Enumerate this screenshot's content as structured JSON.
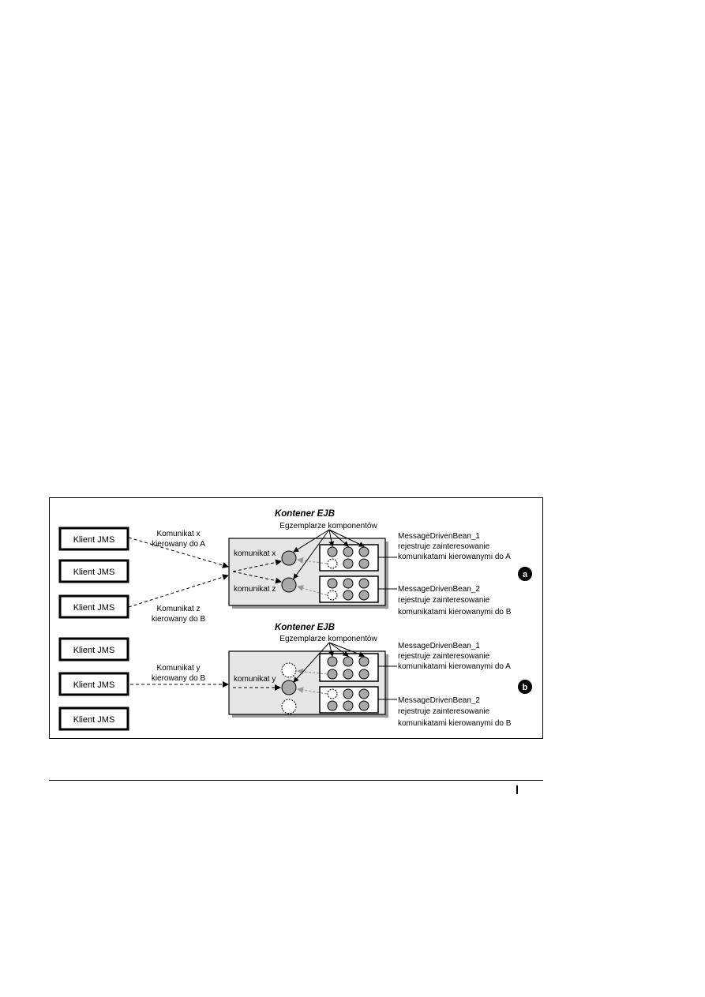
{
  "diagram": {
    "clients": [
      "Klient JMS",
      "Klient JMS",
      "Klient JMS",
      "Klient JMS",
      "Klient JMS",
      "Klient JMS"
    ],
    "panel_a": {
      "container_title": "Kontener EJB",
      "instances_label": "Egzemplarze komponentów",
      "msg_x_line1": "Komunikat x",
      "msg_x_line2": "kierowany do A",
      "msg_z_line1": "Komunikat z",
      "msg_z_line2": "kierowany do B",
      "komunikat_x": "komunikat x",
      "komunikat_z": "komunikat z",
      "bean1_line1": "MessageDrivenBean_1",
      "bean1_line2": "rejestruje zainteresowanie",
      "bean1_line3": "komunikatami kierowanymi do A",
      "bean2_line1": "MessageDrivenBean_2",
      "bean2_line2": "rejestruje zainteresowanie",
      "bean2_line3": "komunikatami kierowanymi do B",
      "badge": "a"
    },
    "panel_b": {
      "container_title": "Kontener EJB",
      "instances_label": "Egzemplarze komponentów",
      "msg_y_line1": "Komunikat y",
      "msg_y_line2": "kierowany do B",
      "komunikat_y": "komunikat y",
      "bean1_line1": "MessageDrivenBean_1",
      "bean1_line2": "rejestruje zainteresowanie",
      "bean1_line3": "komunikatami kierowanymi do A",
      "bean2_line1": "MessageDrivenBean_2",
      "bean2_line2": "rejestruje zainteresowanie",
      "bean2_line3": "komunikatami kierowanymi do B",
      "badge": "b"
    },
    "colors": {
      "container_fill": "#e6e6e6",
      "instance_fill": "#a9a9a9",
      "badge_fill": "#000000",
      "arrow_gray": "#9a9a9a"
    }
  }
}
